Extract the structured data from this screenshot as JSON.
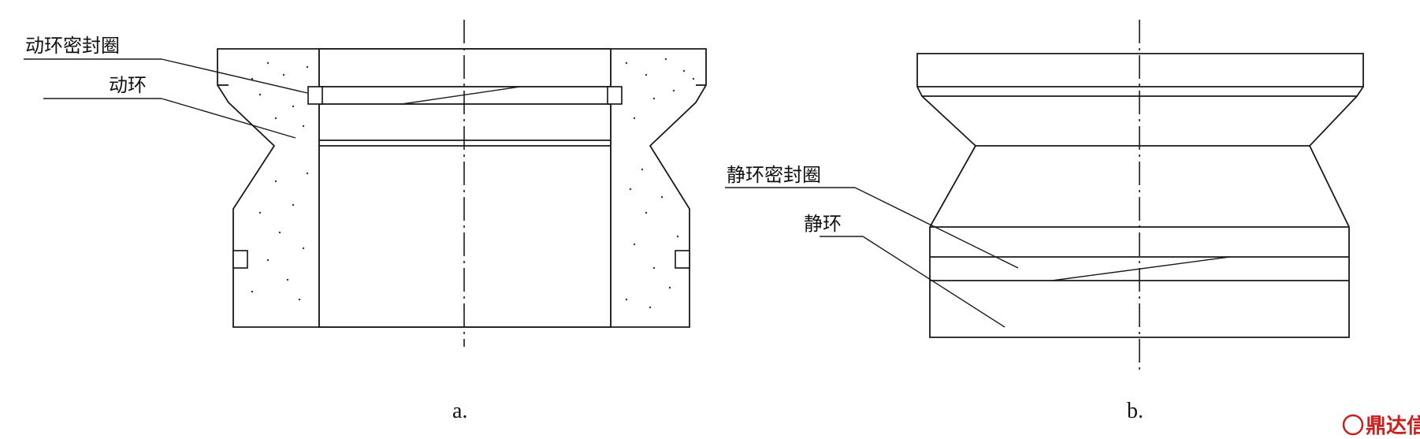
{
  "figure_a": {
    "caption": "a.",
    "labels": {
      "seal_ring": "动环密封圈",
      "ring": "动环"
    }
  },
  "figure_b": {
    "caption": "b.",
    "labels": {
      "seal_ring": "静环密封圈",
      "ring": "静环"
    }
  },
  "watermark": {
    "text": "鼎达信",
    "color": "#c8201e"
  }
}
